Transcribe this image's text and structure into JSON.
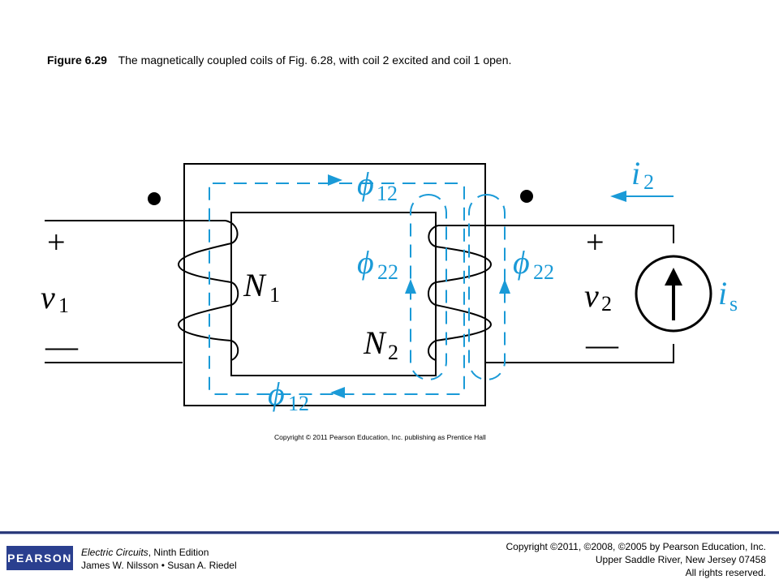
{
  "caption": {
    "figure_number": "Figure 6.29",
    "text": "The magnetically coupled coils of Fig. 6.28, with coil 2 excited and coil 1 open."
  },
  "diagram": {
    "colors": {
      "flux": "#1a9ad7",
      "wire": "#000000"
    },
    "labels": {
      "v1": "v",
      "v1_sub": "1",
      "v2": "v",
      "v2_sub": "2",
      "n1": "N",
      "n1_sub": "1",
      "n2": "N",
      "n2_sub": "2",
      "i2": "i",
      "i2_sub": "2",
      "is": "i",
      "is_sub": "s",
      "phi12_top": "ϕ",
      "phi12_top_sub": "12",
      "phi12_bottom": "ϕ",
      "phi12_bottom_sub": "12",
      "phi22_left": "ϕ",
      "phi22_left_sub": "22",
      "phi22_right": "ϕ",
      "phi22_right_sub": "22",
      "plus": "+",
      "minus": "—"
    },
    "copyright": "Copyright © 2011 Pearson Education, Inc. publishing as Prentice Hall"
  },
  "footer": {
    "logo": "PEARSON",
    "book_title": "Electric Circuits",
    "book_edition": ", Ninth Edition",
    "authors": "James W. Nilsson • Susan A. Riedel",
    "copyright_line1": "Copyright ©2011, ©2008, ©2005 by Pearson Education, Inc.",
    "copyright_line2": "Upper Saddle River, New Jersey 07458",
    "copyright_line3": "All rights reserved."
  }
}
